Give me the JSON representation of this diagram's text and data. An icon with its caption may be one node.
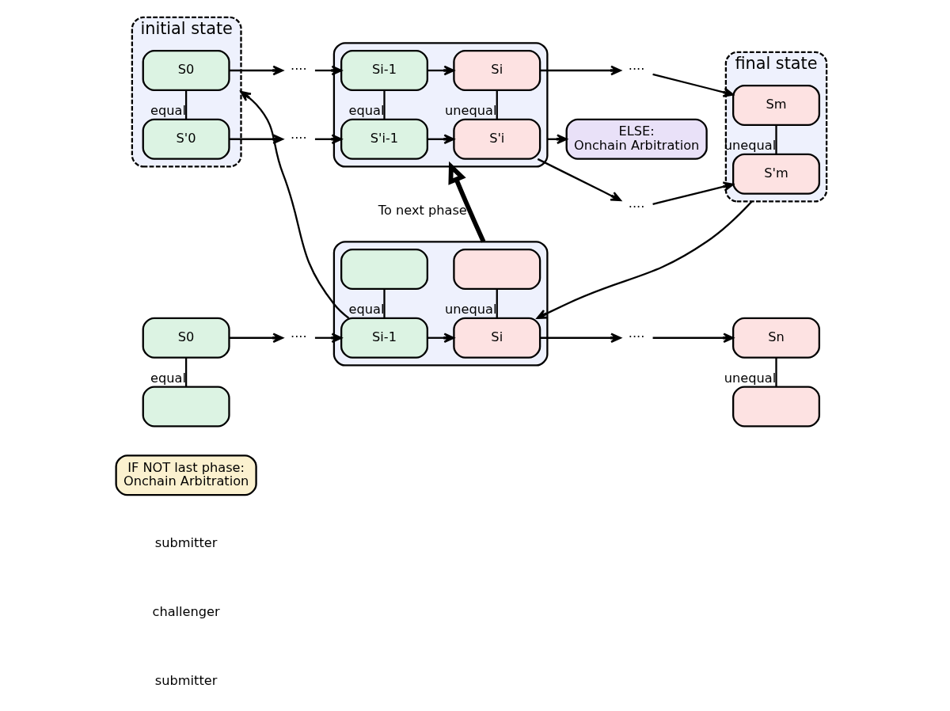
{
  "diagram": {
    "nodes": [
      {
        "text": [
          "IF NOT last phase:",
          "Onchain Arbitration"
        ]
      },
      {
        "text": [
          "ELSE:",
          "Onchain Arbitration"
        ]
      },
      {
        "text": [
          "initial state"
        ]
      },
      {
        "text": [
          "S0"
        ],
        "in": 2
      },
      {
        "text": [
          "S'0"
        ],
        "in": 2
      },
      {
        "text": [],
        "shape": "box"
      },
      {
        "text": [
          "Si-1"
        ],
        "in": 5
      },
      {
        "text": [
          "Si"
        ],
        "in": 5
      },
      {
        "text": [
          "S'i-1"
        ],
        "in": 5
      },
      {
        "text": [
          "S'i"
        ],
        "in": 5
      },
      {
        "text": [
          "final state"
        ]
      },
      {
        "text": [
          "Sm"
        ],
        "in": 10
      },
      {
        "text": [
          "S'm"
        ],
        "in": 10
      },
      {
        "text": [],
        "shape": "box"
      },
      {
        "text": [
          "S0"
        ]
      },
      {
        "text": [
          "Si-1"
        ],
        "in": 13
      },
      {
        "text": [
          "Si"
        ],
        "in": 13
      },
      {
        "text": [
          "Sn"
        ]
      },
      {
        "text": [],
        "shape": "box"
      },
      {
        "text": [],
        "shape": "box",
        "in": 13
      },
      {
        "text": [],
        "shape": "box",
        "in": 13
      },
      {
        "text": [],
        "shape": "box"
      },
      {
        "text": [
          "····"
        ]
      },
      {
        "text": [
          "····"
        ]
      },
      {
        "text": [
          "····"
        ]
      },
      {
        "text": [
          "····"
        ]
      },
      {
        "text": [
          "····"
        ]
      },
      {
        "text": [
          "····"
        ]
      }
    ],
    "edges": [
      {
        "from": 5,
        "to": 1,
        "arrow": "to"
      },
      {
        "from": 3,
        "to": 22,
        "arrow": "to"
      },
      {
        "from": 22,
        "to": 6,
        "arrow": "to"
      },
      {
        "from": 6,
        "to": 7,
        "arrow": "to"
      },
      {
        "from": 7,
        "to": 24,
        "arrow": "to"
      },
      {
        "from": 24,
        "to": 11,
        "arrow": "to"
      },
      {
        "from": 3,
        "to": 4,
        "arrow": "none",
        "label": "equal"
      },
      {
        "from": 6,
        "to": 8,
        "arrow": "none",
        "label": "equal"
      },
      {
        "from": 7,
        "to": 9,
        "arrow": "none",
        "label": "unequal"
      },
      {
        "from": 11,
        "to": 12,
        "arrow": "none",
        "label": "unequal"
      },
      {
        "from": 4,
        "to": 23,
        "arrow": "to"
      },
      {
        "from": 23,
        "to": 8,
        "arrow": "to"
      },
      {
        "from": 8,
        "to": 9,
        "arrow": "to"
      },
      {
        "from": 9,
        "to": 25,
        "arrow": "to"
      },
      {
        "from": 25,
        "to": 12,
        "arrow": "to"
      },
      {
        "from": 15,
        "to": 2,
        "arrow": "to"
      },
      {
        "from": 10,
        "to": 16,
        "arrow": "to"
      },
      {
        "from": 13,
        "to": 5,
        "arrow": "to",
        "style": "thick",
        "label": "To next phase"
      },
      {
        "from": 14,
        "to": 26,
        "arrow": "to"
      },
      {
        "from": 26,
        "to": 15,
        "arrow": "to"
      },
      {
        "from": 15,
        "to": 16,
        "arrow": "to"
      },
      {
        "from": 16,
        "to": 27,
        "arrow": "to"
      },
      {
        "from": 27,
        "to": 17,
        "arrow": "to"
      },
      {
        "from": 14,
        "to": 18,
        "arrow": "none",
        "label": "equal"
      },
      {
        "from": 15,
        "to": 19,
        "arrow": "none",
        "label": "equal"
      },
      {
        "from": 16,
        "to": 20,
        "arrow": "none",
        "label": "unequal"
      },
      {
        "from": 17,
        "to": 21,
        "arrow": "none",
        "label": "unequal"
      }
    ],
    "labels": [
      "submitter",
      "challenger",
      "submitter"
    ]
  }
}
